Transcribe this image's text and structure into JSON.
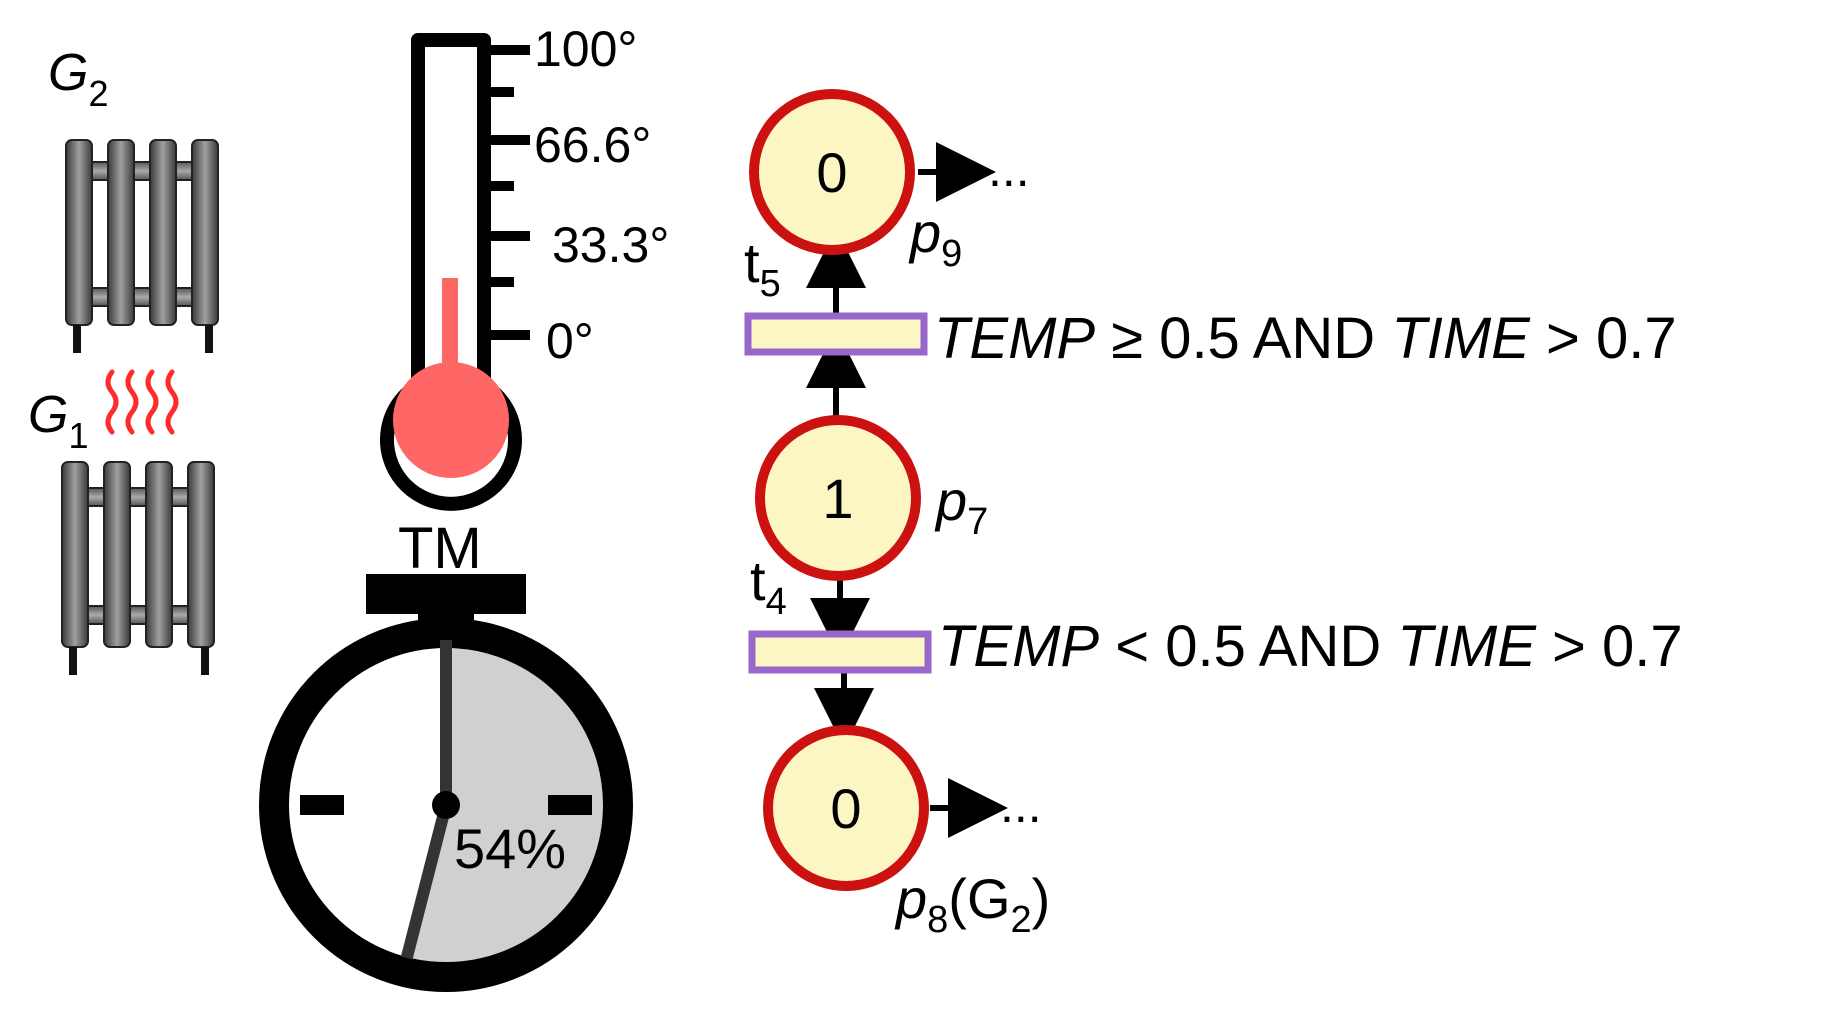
{
  "radiators": {
    "top": {
      "label": "G",
      "sub": "2"
    },
    "bottom": {
      "label": "G",
      "sub": "1"
    }
  },
  "thermometer": {
    "ticks": [
      "100°",
      "66.6°",
      "33.3°",
      "0°"
    ],
    "caption": "TM",
    "fill_color": "#ff6666"
  },
  "timer": {
    "percent_label": "54%",
    "progress": 0.54
  },
  "petri": {
    "places": {
      "p9": {
        "tokens": "0",
        "label": "p",
        "sub": "9",
        "extra": ""
      },
      "p7": {
        "tokens": "1",
        "label": "p",
        "sub": "7",
        "extra": ""
      },
      "p8": {
        "tokens": "0",
        "label": "p",
        "sub": "8",
        "extra_pre": "(G",
        "extra_sub": "2",
        "extra_post": ")"
      }
    },
    "transitions": {
      "t5": {
        "label": "t",
        "sub": "5",
        "guard": {
          "v1": "TEMP",
          "op": " ≥ 0.5 AND ",
          "v2": "TIME",
          "rest": " > 0.7"
        }
      },
      "t4": {
        "label": "t",
        "sub": "4",
        "guard": {
          "v1": "TEMP",
          "op": " < 0.5 AND ",
          "v2": "TIME",
          "rest": " > 0.7"
        }
      }
    },
    "continuation": "...",
    "colors": {
      "place_fill": "#fbf6c4",
      "place_stroke": "#cc1111",
      "transition_fill": "#fbf6c4",
      "transition_stroke": "#9966cc"
    }
  }
}
